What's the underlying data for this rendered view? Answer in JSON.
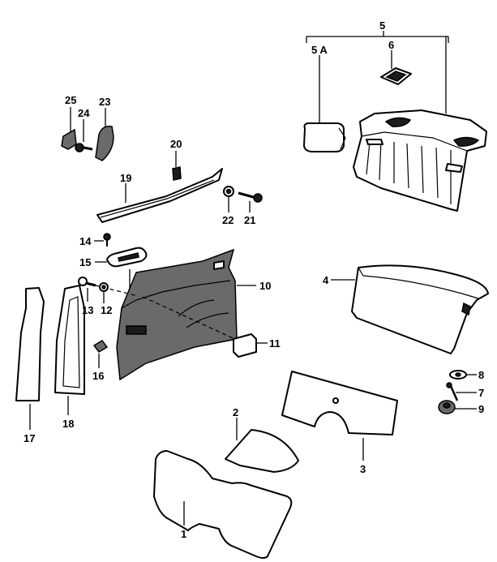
{
  "callouts": {
    "c1": "1",
    "c2": "2",
    "c3": "3",
    "c4": "4",
    "c5": "5",
    "c5a": "5 A",
    "c6": "6",
    "c7": "7",
    "c8": "8",
    "c9": "9",
    "c10": "10",
    "c11": "11",
    "c12": "12",
    "c13": "13",
    "c14": "14",
    "c15": "15",
    "c16": "16",
    "c17": "17",
    "c18": "18",
    "c19": "19",
    "c20": "20",
    "c21": "21",
    "c22": "22",
    "c23": "23",
    "c24": "24",
    "c25": "25"
  }
}
